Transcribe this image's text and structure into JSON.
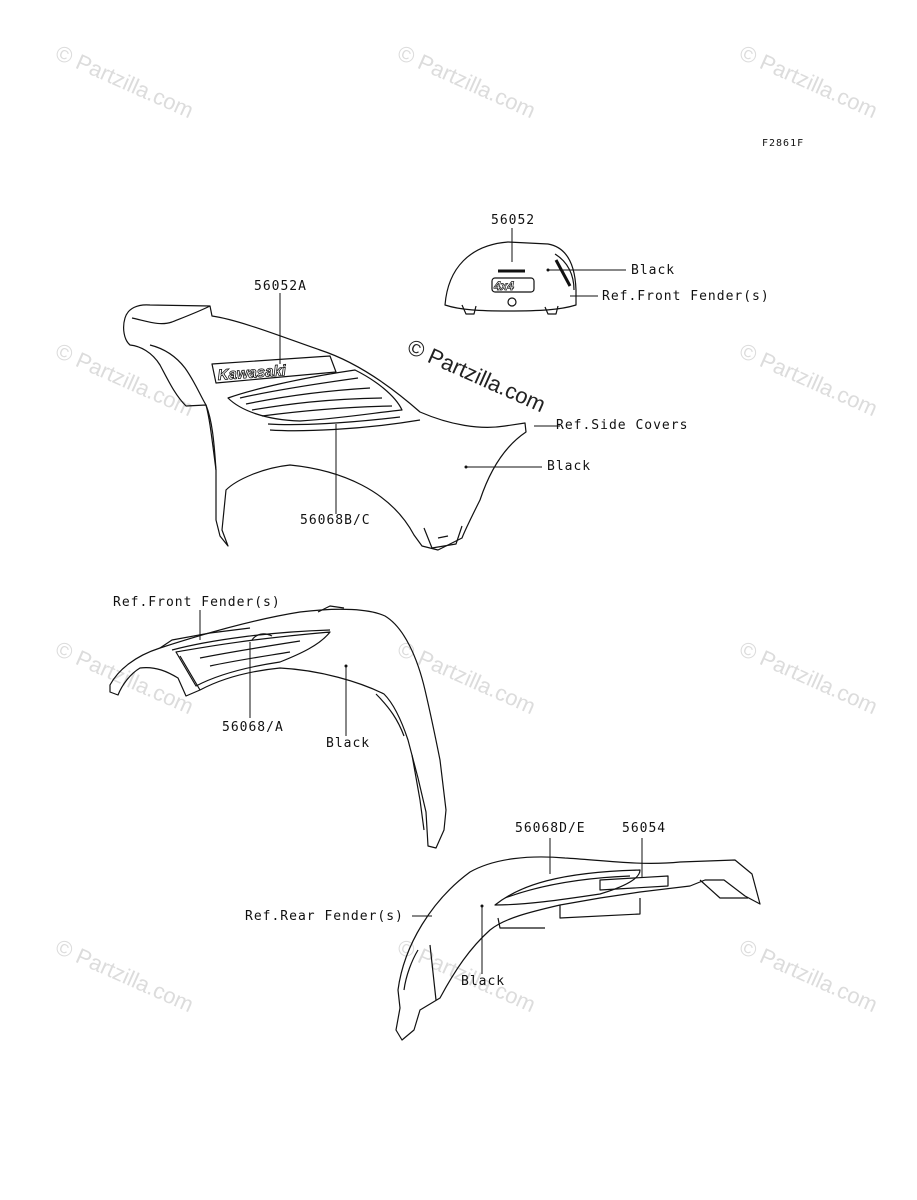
{
  "figure_id": "F2861F",
  "watermark_text": "© Partzilla.com",
  "center_watermark_text": "© Partzilla.com",
  "callouts": {
    "p56052": "56052",
    "black_top": "Black",
    "ref_front_fender_top": "Ref.Front Fender(s)",
    "p56052A": "56052A",
    "ref_side_covers": "Ref.Side Covers",
    "black_side": "Black",
    "p56068BC": "56068B/C",
    "ref_front_fender_mid": "Ref.Front Fender(s)",
    "p56068A": "56068/A",
    "black_mid": "Black",
    "p56068DE": "56068D/E",
    "p56054": "56054",
    "ref_rear_fender": "Ref.Rear Fender(s)",
    "black_bottom": "Black"
  },
  "decal_text": {
    "kawasaki": "Kawasaki",
    "four_by_four": "4x4"
  }
}
